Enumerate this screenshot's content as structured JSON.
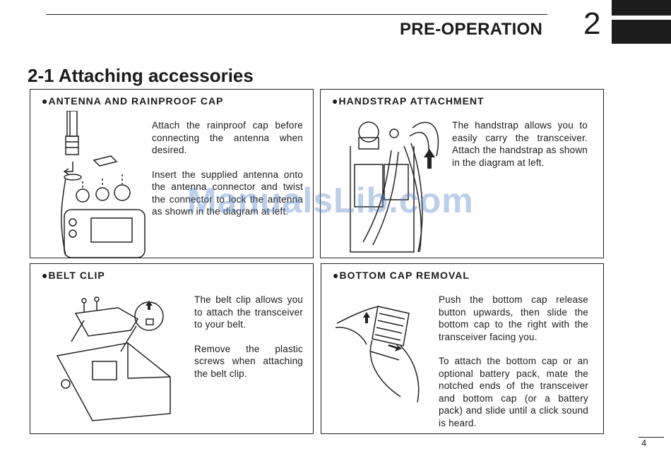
{
  "header": {
    "chapter_title": "PRE-OPERATION",
    "chapter_number": "2"
  },
  "section": {
    "title": "2-1 Attaching accessories"
  },
  "panels": {
    "antenna": {
      "title": "●ANTENNA AND RAINPROOF CAP",
      "para1": "Attach the rainproof cap before connecting the antenna when desired.",
      "para2": "Insert the supplied antenna onto the antenna connector and twist the connector to lock the antenna as shown in the diagram at left."
    },
    "handstrap": {
      "title": "●HANDSTRAP ATTACHMENT",
      "para1": "The handstrap allows you to easily carry the transceiver. Attach the handstrap as shown in the diagram at left."
    },
    "belt_clip": {
      "title": "●BELT CLIP",
      "para1": "The belt clip allows you to attach the transceiver to your belt.",
      "para2": "Remove the plastic screws when attaching the belt clip."
    },
    "bottom_cap": {
      "title": "●BOTTOM CAP REMOVAL",
      "para1": "Push the bottom cap release button upwards, then slide the bottom cap to the right with the transceiver facing you.",
      "para2": "To attach the bottom cap or an optional battery pack, mate the notched ends of the transceiver and bottom cap (or a battery pack) and slide until a click sound is heard."
    }
  },
  "watermark": "ManualsLib.com",
  "footer": {
    "page_number": "4"
  }
}
